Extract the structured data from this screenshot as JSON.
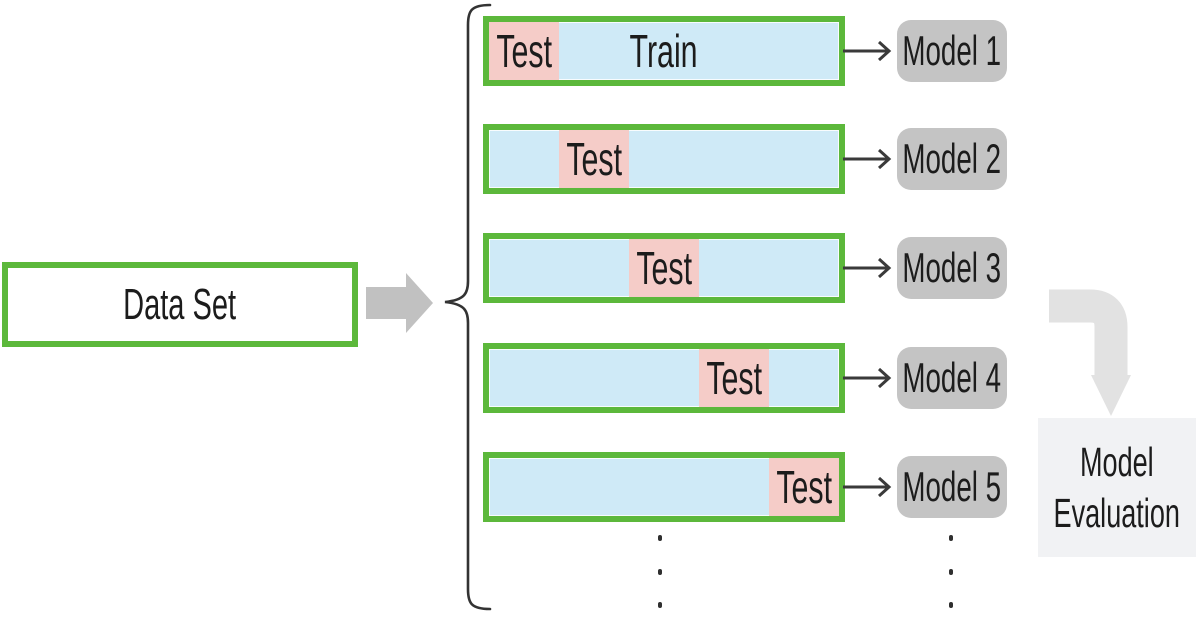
{
  "diagram_type": "k-fold-cross-validation",
  "colors": {
    "background": "#ffffff",
    "green_border": "#5cb83b",
    "train_fill": "#cfeaf7",
    "test_fill": "#f5ccc8",
    "model_box_fill": "#c4c4c4",
    "block_arrow_fill": "#c1c1c1",
    "curved_arrow_fill": "#e2e2e2",
    "evaluation_box_fill": "#f1f2f4",
    "line_color": "#3a3a3a",
    "text_color": "#1c1c1c"
  },
  "dataset": {
    "label": "Data Set"
  },
  "folds": [
    {
      "fold": 1,
      "test_label": "Test",
      "train_label": "Train",
      "test_position": "first fifth",
      "model_label": "Model 1"
    },
    {
      "fold": 2,
      "test_label": "Test",
      "train_label": "",
      "test_position": "second fifth",
      "model_label": "Model 2"
    },
    {
      "fold": 3,
      "test_label": "Test",
      "train_label": "",
      "test_position": "middle fifth",
      "model_label": "Model 3"
    },
    {
      "fold": 4,
      "test_label": "Test",
      "train_label": "",
      "test_position": "fourth fifth",
      "model_label": "Model 4"
    },
    {
      "fold": 5,
      "test_label": "Test",
      "train_label": "",
      "test_position": "last fifth",
      "model_label": "Model 5"
    }
  ],
  "evaluation": {
    "line1": "Model",
    "line2": "Evaluation"
  },
  "ellipsis": {
    "columns": 2,
    "dots_per_column": 3
  }
}
